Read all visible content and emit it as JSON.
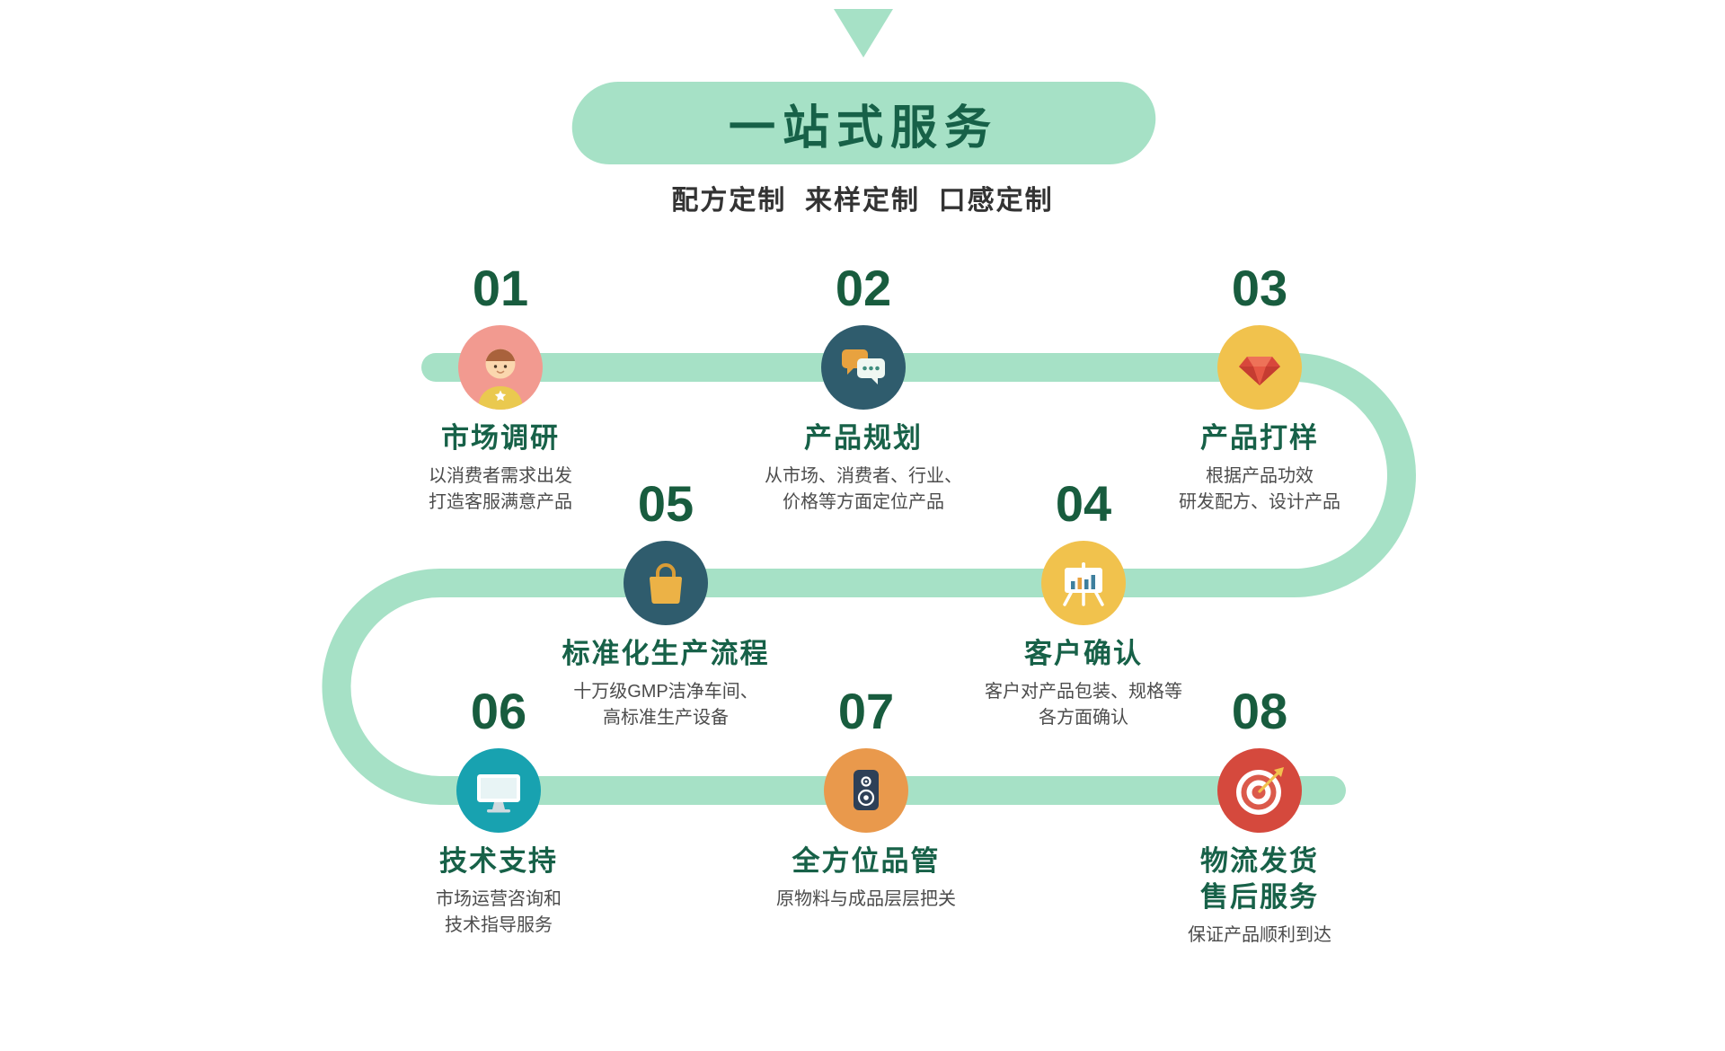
{
  "page": {
    "background": "#FFFFFF",
    "accent": "#A6E1C6"
  },
  "header": {
    "pointer_icon": "down-triangle-icon",
    "title": "一站式服务",
    "title_color": "#176148",
    "subtitle": "配方定制  来样定制  口感定制"
  },
  "flow": {
    "line_color": "#A6E1C6"
  },
  "steps": [
    {
      "number": "01",
      "title": "市场调研",
      "desc": [
        "以消费者需求出发",
        "打造客服满意产品"
      ],
      "icon": "avatar-icon",
      "icon_bg": "#F29A90"
    },
    {
      "number": "02",
      "title": "产品规划",
      "desc": [
        "从市场、消费者、行业、",
        "价格等方面定位产品"
      ],
      "icon": "chat-bubbles-icon",
      "icon_bg": "#2F5C6D"
    },
    {
      "number": "03",
      "title": "产品打样",
      "desc": [
        "根据产品功效",
        "研发配方、设计产品"
      ],
      "icon": "gem-icon",
      "icon_bg": "#F1C24D"
    },
    {
      "number": "04",
      "title": "客户确认",
      "desc": [
        "客户对产品包装、规格等",
        "各方面确认"
      ],
      "icon": "presentation-chart-icon",
      "icon_bg": "#F1C24D"
    },
    {
      "number": "05",
      "title": "标准化生产流程",
      "desc": [
        "十万级GMP洁净车间、",
        "高标准生产设备"
      ],
      "icon": "shopping-bag-icon",
      "icon_bg": "#2F5C6D"
    },
    {
      "number": "06",
      "title": "技术支持",
      "desc": [
        "市场运营咨询和",
        "技术指导服务"
      ],
      "icon": "monitor-icon",
      "icon_bg": "#18A2B0"
    },
    {
      "number": "07",
      "title": "全方位品管",
      "desc": [
        "原物料与成品层层把关"
      ],
      "icon": "speaker-icon",
      "icon_bg": "#E9994C"
    },
    {
      "number": "08",
      "title": [
        "物流发货",
        "售后服务"
      ],
      "desc": [
        "保证产品顺利到达"
      ],
      "icon": "dartboard-icon",
      "icon_bg": "#D5493D"
    }
  ]
}
